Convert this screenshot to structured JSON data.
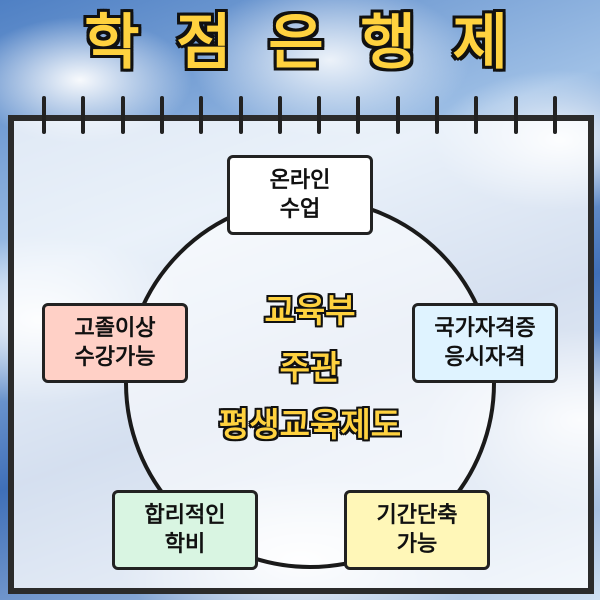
{
  "title": "학 점 은 행 제",
  "center": {
    "line1": "교육부",
    "line2": "주관",
    "line3": "평생교육제도"
  },
  "features": {
    "online": {
      "text": "온라인\n수업",
      "color": "#ffffff"
    },
    "national": {
      "text": "국가자격증\n응시자격",
      "color": "#dff3ff"
    },
    "period": {
      "text": "기간단축\n가능",
      "color": "#fff7b8"
    },
    "tuition": {
      "text": "합리적인\n학비",
      "color": "#d9f5e2"
    },
    "highschool": {
      "text": "고졸이상\n수강가능",
      "color": "#ffd0c6"
    }
  },
  "colors": {
    "title": "#ffd23f",
    "border": "#222222"
  }
}
